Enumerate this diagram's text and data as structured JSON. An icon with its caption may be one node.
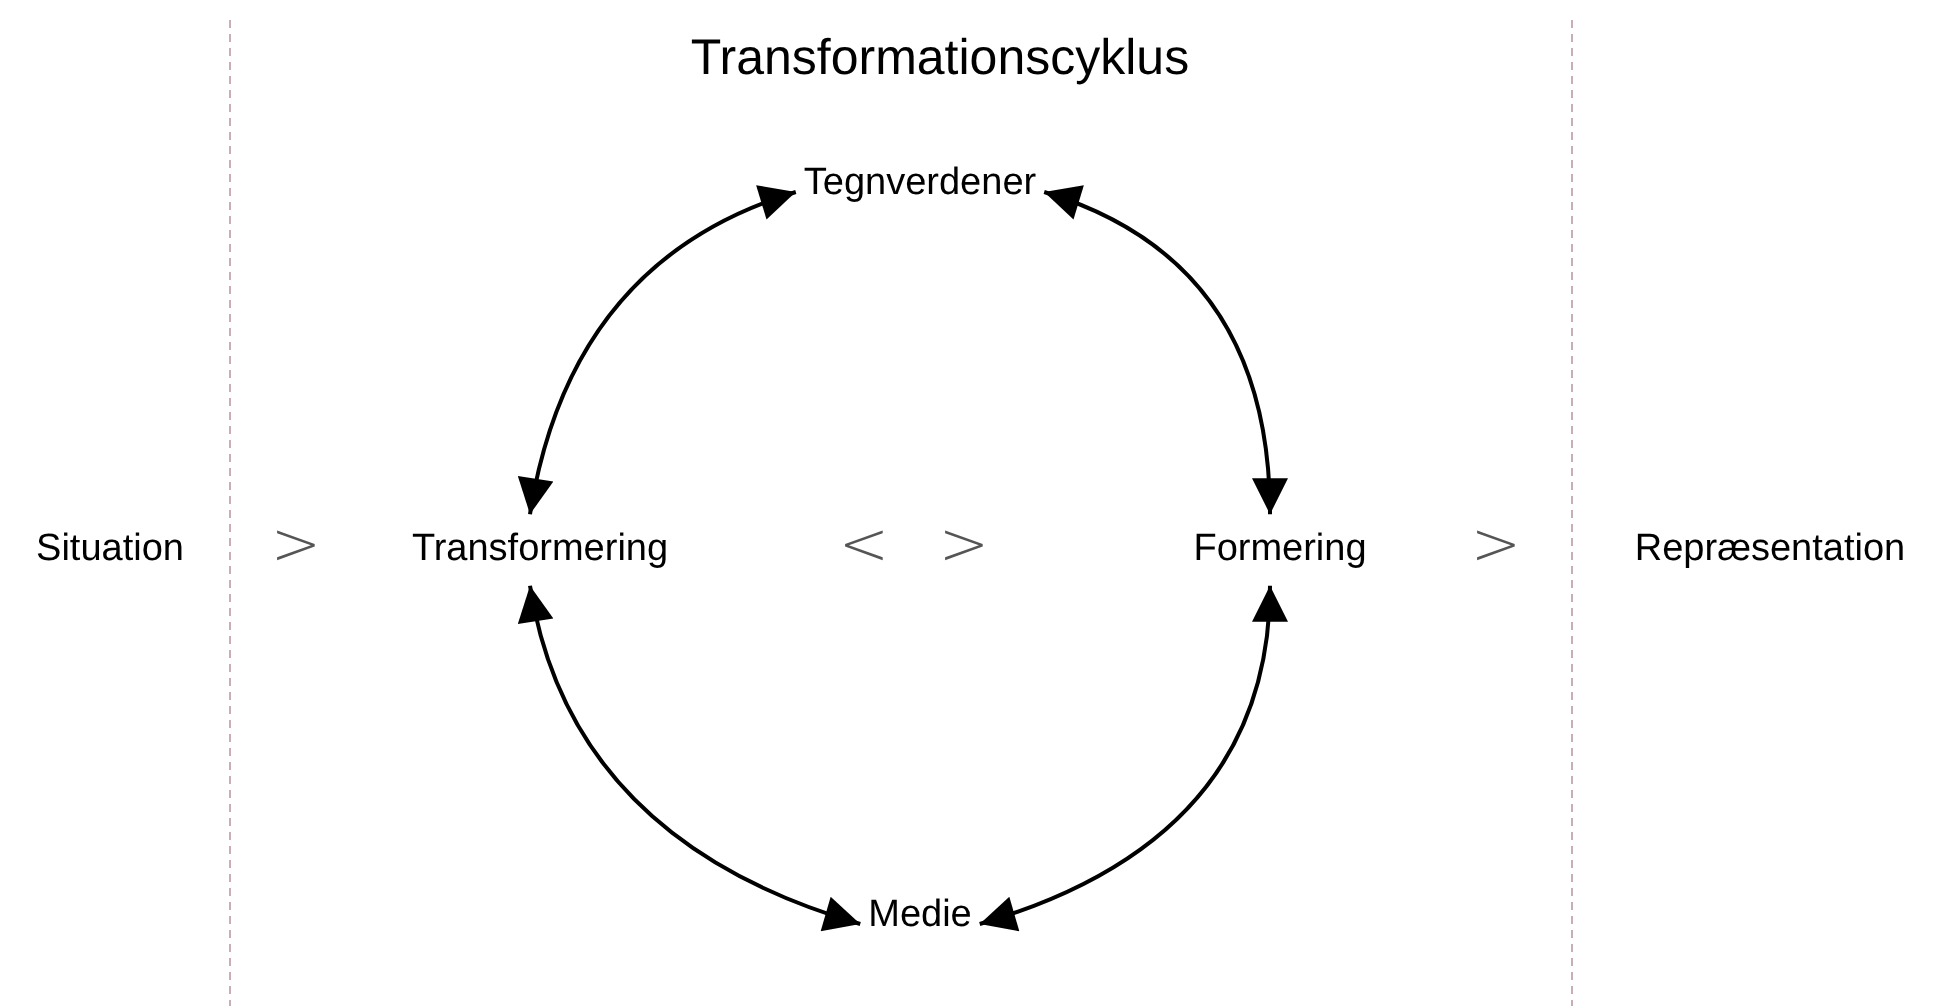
{
  "diagram": {
    "title": "Transformationscyklus",
    "nodes": [
      {
        "text": [
          "Tegnverdener"
        ]
      },
      {
        "text": [
          "Transformering"
        ]
      },
      {
        "text": [
          "Formering"
        ]
      },
      {
        "text": [
          "Medie"
        ]
      },
      {
        "text": [
          "Situation"
        ]
      },
      {
        "text": [
          "Repræsentation"
        ]
      }
    ],
    "edges": [
      {
        "from": 0,
        "to": 1,
        "arrow": "both"
      },
      {
        "from": 0,
        "to": 2,
        "arrow": "both"
      },
      {
        "from": 1,
        "to": 3,
        "arrow": "both"
      },
      {
        "from": 2,
        "to": 3,
        "arrow": "both"
      }
    ],
    "labels": [
      ">",
      "<",
      ">",
      ">"
    ]
  }
}
